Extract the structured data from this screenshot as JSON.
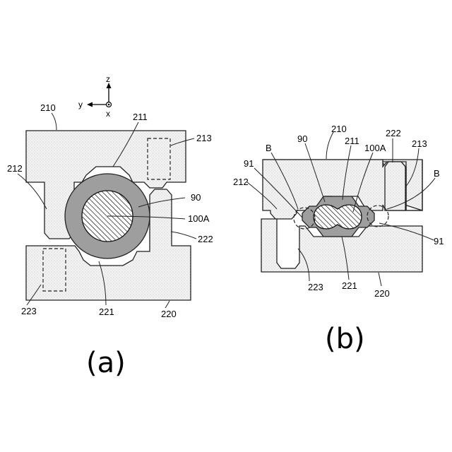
{
  "axes": {
    "z": "z",
    "y": "y",
    "x": "x"
  },
  "figure_a": {
    "caption": "(a)",
    "labels": {
      "l210": "210",
      "l211": "211",
      "l213": "213",
      "l212": "212",
      "l90": "90",
      "l100A": "100A",
      "l222": "222",
      "l223": "223",
      "l221": "221",
      "l220": "220"
    }
  },
  "figure_b": {
    "caption": "(b)",
    "labels": {
      "l210": "210",
      "l90": "90",
      "l211": "211",
      "l100A": "100A",
      "l222": "222",
      "l213": "213",
      "lB_left": "B",
      "lB_right": "B",
      "l91_left": "91",
      "l91_right": "91",
      "l212": "212",
      "l223": "223",
      "l221": "221",
      "l220": "220"
    }
  }
}
